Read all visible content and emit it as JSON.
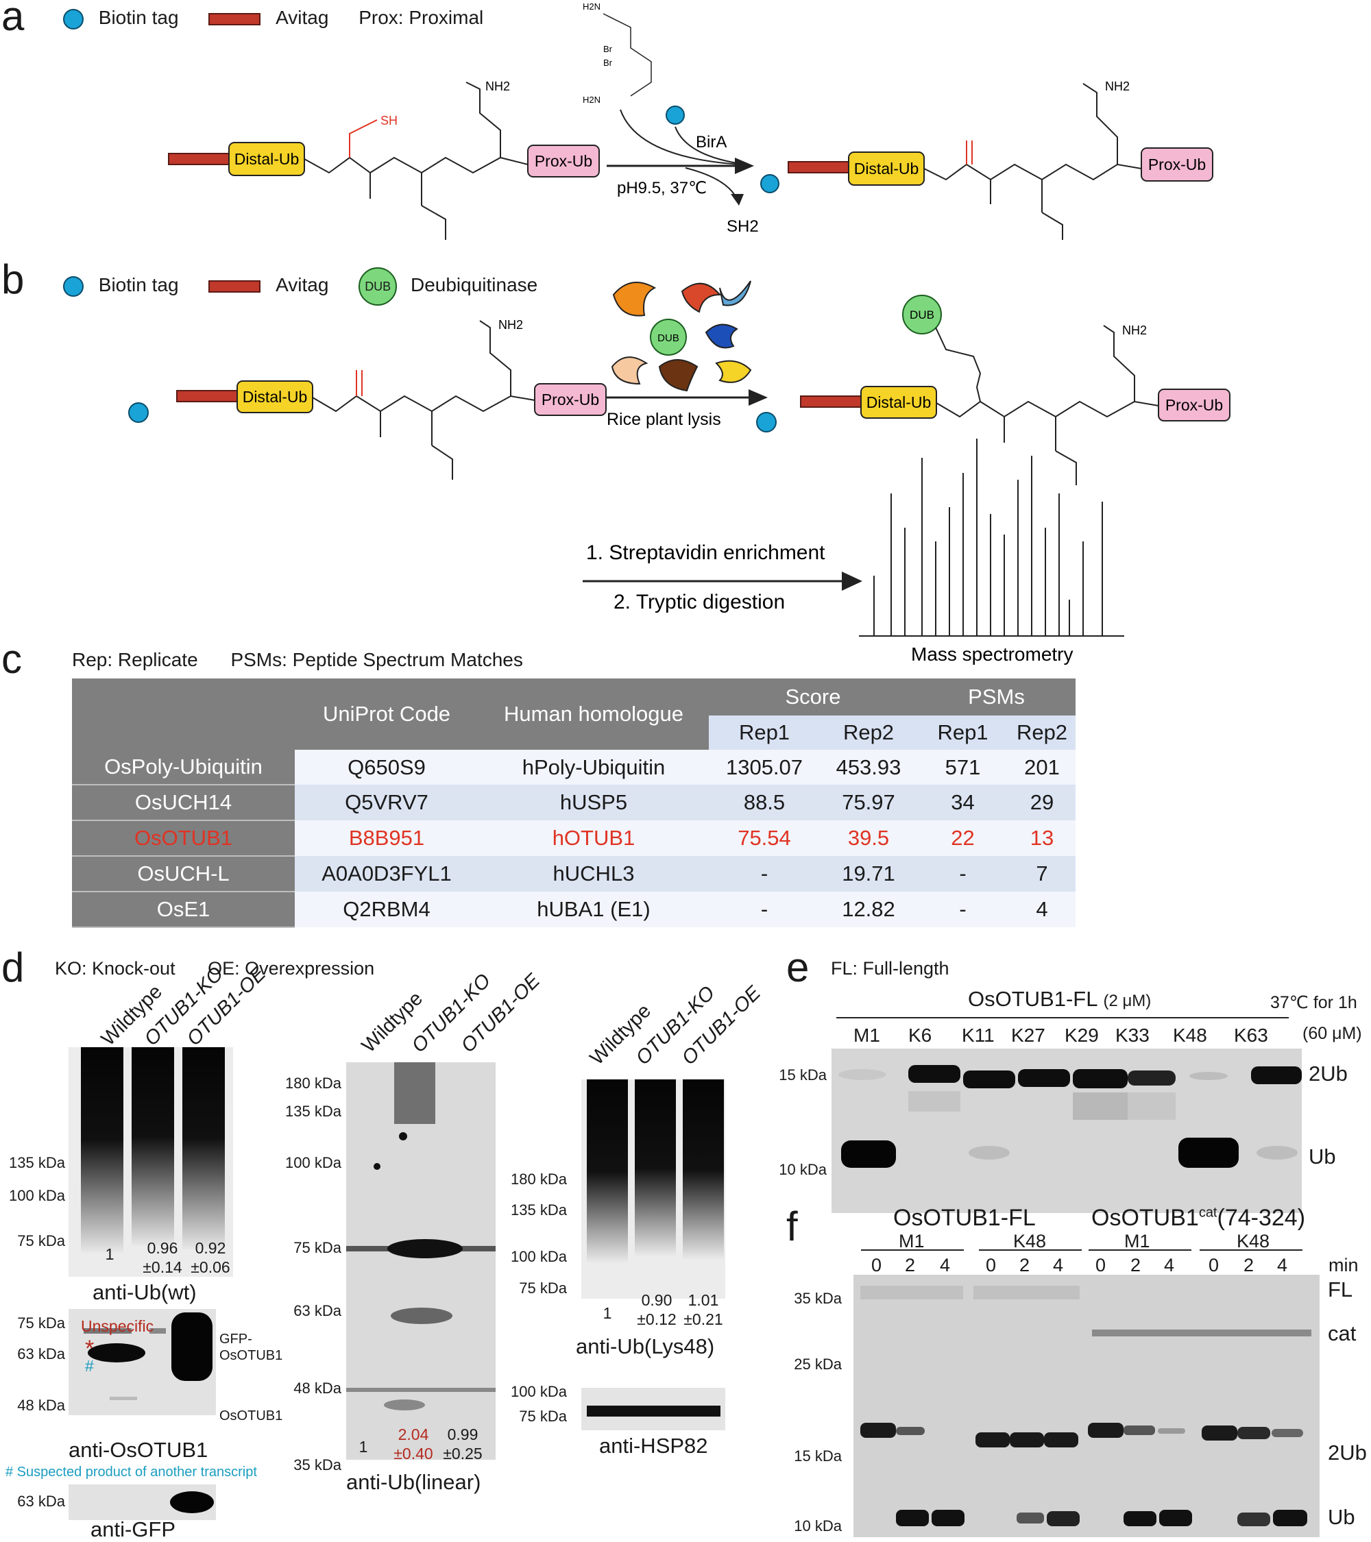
{
  "panels": {
    "a": "a",
    "b": "b",
    "c": "c",
    "d": "d",
    "e": "e",
    "f": "f"
  },
  "panel_a": {
    "legend_biotin": "Biotin tag",
    "legend_avitag": "Avitag",
    "legend_prox": "Prox: Proximal",
    "distal": "Distal-Ub",
    "prox": "Prox-Ub",
    "sh": "SH",
    "nh2": "NH2",
    "h2n": "H2N",
    "br": "Br",
    "enzyme": "BirA",
    "cond": "pH9.5, 37℃",
    "byproduct": "SH2"
  },
  "panel_b": {
    "legend_biotin": "Biotin tag",
    "legend_avitag": "Avitag",
    "legend_dub": "DUB",
    "legend_dub_text": "Deubiquitinase",
    "lysis": "Rice plant lysis",
    "step1": "1. Streptavidin enrichment",
    "step2": "2. Tryptic digestion",
    "ms": "Mass spectrometry"
  },
  "panel_c": {
    "legend_rep": "Rep: Replicate",
    "legend_psm": "PSMs: Peptide Spectrum Matches",
    "headers": {
      "uniprot": "UniProt Code",
      "homologue": "Human homologue",
      "score": "Score",
      "psms": "PSMs",
      "rep1": "Rep1",
      "rep2": "Rep2"
    },
    "rows": [
      {
        "name": "OsPoly-Ubiquitin",
        "code": "Q650S9",
        "homolog": "hPoly-Ubiquitin",
        "s1": "1305.07",
        "s2": "453.93",
        "p1": "571",
        "p2": "201"
      },
      {
        "name": "OsUCH14",
        "code": "Q5VRV7",
        "homolog": "hUSP5",
        "s1": "88.5",
        "s2": "75.97",
        "p1": "34",
        "p2": "29"
      },
      {
        "name": "OsOTUB1",
        "code": "B8B951",
        "homolog": "hOTUB1",
        "s1": "75.54",
        "s2": "39.5",
        "p1": "22",
        "p2": "13"
      },
      {
        "name": "OsUCH-L",
        "code": "A0A0D3FYL1",
        "homolog": "hUCHL3",
        "s1": "-",
        "s2": "19.71",
        "p1": "-",
        "p2": "7"
      },
      {
        "name": "OsE1",
        "code": "Q2RBM4",
        "homolog": "hUBA1 (E1)",
        "s1": "-",
        "s2": "12.82",
        "p1": "-",
        "p2": "4"
      }
    ]
  },
  "panel_d": {
    "legend_ko": "KO: Knock-out",
    "legend_oe": "OE: Overexpression",
    "lanes": [
      "Wildtype",
      "OTUB1-KO",
      "OTUB1-OE"
    ],
    "blot1": {
      "mw": [
        "135 kDa",
        "100 kDa",
        "75 kDa"
      ],
      "q1": "1",
      "q2a": "0.96",
      "q2b": "±0.14",
      "q3a": "0.92",
      "q3b": "±0.06",
      "cap": "anti-Ub(wt)"
    },
    "blot2": {
      "mw": [
        "75 kDa",
        "63 kDa",
        "48 kDa"
      ],
      "unspecific": "Unspecific",
      "star": "*",
      "hash": "#",
      "gfp": "GFP-",
      "gfp2": "OsOTUB1",
      "otub": "OsOTUB1",
      "cap": "anti-OsOTUB1",
      "note": "# Suspected product of another transcript"
    },
    "blot3": {
      "mw": [
        "63 kDa"
      ],
      "cap": "anti-GFP"
    },
    "blot4": {
      "mw": [
        "180 kDa",
        "135 kDa",
        "100 kDa",
        "75 kDa",
        "63 kDa",
        "48 kDa",
        "35 kDa"
      ],
      "q1": "1",
      "q2a": "2.04",
      "q2b": "±0.40",
      "q3a": "0.99",
      "q3b": "±0.25",
      "cap": "anti-Ub(linear)"
    },
    "blot5": {
      "mw": [
        "180 kDa",
        "135 kDa",
        "100 kDa",
        "75 kDa"
      ],
      "q1": "1",
      "q2a": "0.90",
      "q2b": "±0.12",
      "q3a": "1.01",
      "q3b": "±0.21",
      "cap": "anti-Ub(Lys48)"
    },
    "blot6": {
      "mw": [
        "100 kDa",
        "75 kDa"
      ],
      "cap": "anti-HSP82"
    }
  },
  "panel_e": {
    "legend": "FL: Full-length",
    "title": "OsOTUB1-FL",
    "conc": "(2 μM)",
    "cond": "37℃ for 1h",
    "conc2": "(60 μM)",
    "lanes": [
      "M1",
      "K6",
      "K11",
      "K27",
      "K29",
      "K33",
      "K48",
      "K63"
    ],
    "mw": [
      "15 kDa",
      "10 kDa"
    ],
    "band_2ub": "2Ub",
    "band_ub": "Ub"
  },
  "panel_f": {
    "title_fl": "OsOTUB1-FL",
    "title_cat": "OsOTUB1",
    "cat_sup": "cat",
    "cat_range": "(74-324)",
    "groups": [
      "M1",
      "K48",
      "M1",
      "K48"
    ],
    "times": [
      "0",
      "2",
      "4"
    ],
    "min": "min",
    "mw": [
      "35 kDa",
      "25 kDa",
      "15 kDa",
      "10 kDa"
    ],
    "bands": {
      "fl": "FL",
      "cat": "cat",
      "di": "2Ub",
      "ub": "Ub"
    }
  }
}
